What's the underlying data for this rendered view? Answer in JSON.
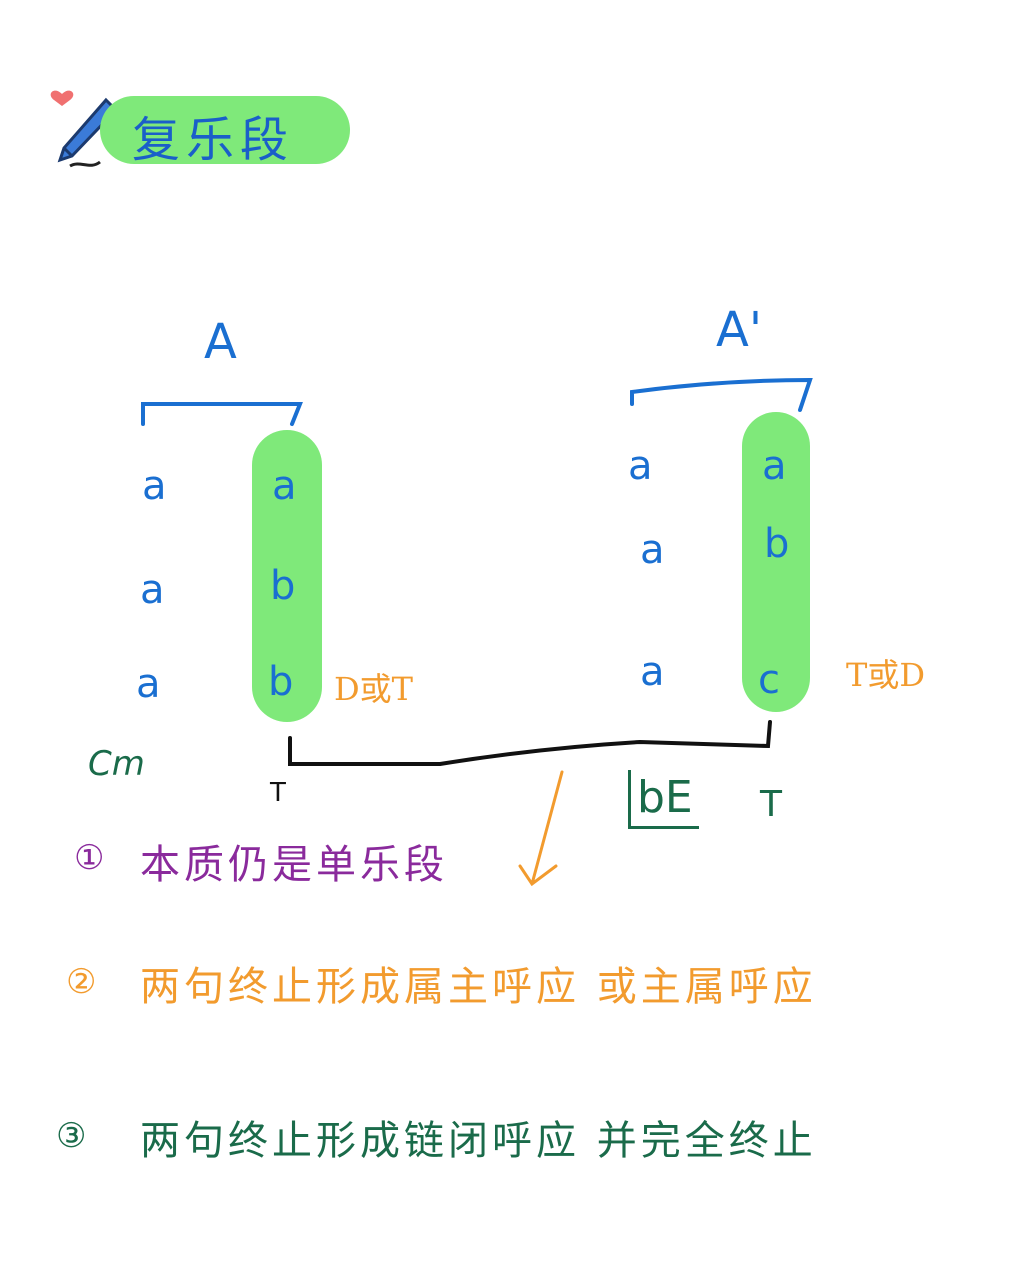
{
  "title": "复乐段",
  "left_section": {
    "label": "A",
    "col1": [
      "a",
      "a",
      "a"
    ],
    "col2": [
      "a",
      "b",
      "b"
    ],
    "cadence": "D或T"
  },
  "right_section": {
    "label": "A'",
    "col1": [
      "a",
      "a",
      "a"
    ],
    "col2": [
      "a",
      "b",
      "c"
    ],
    "cadence": "T或D"
  },
  "key": "Cm",
  "bottom_left": "T",
  "bottom_right": "T",
  "key_mark": "bE",
  "notes": [
    {
      "num": "①",
      "text": "本质仍是单乐段"
    },
    {
      "num": "②",
      "text": "两句终止形成属主呼应 或主属呼应"
    },
    {
      "num": "③",
      "text": "两句终止形成链闭呼应 并完全终止"
    }
  ]
}
